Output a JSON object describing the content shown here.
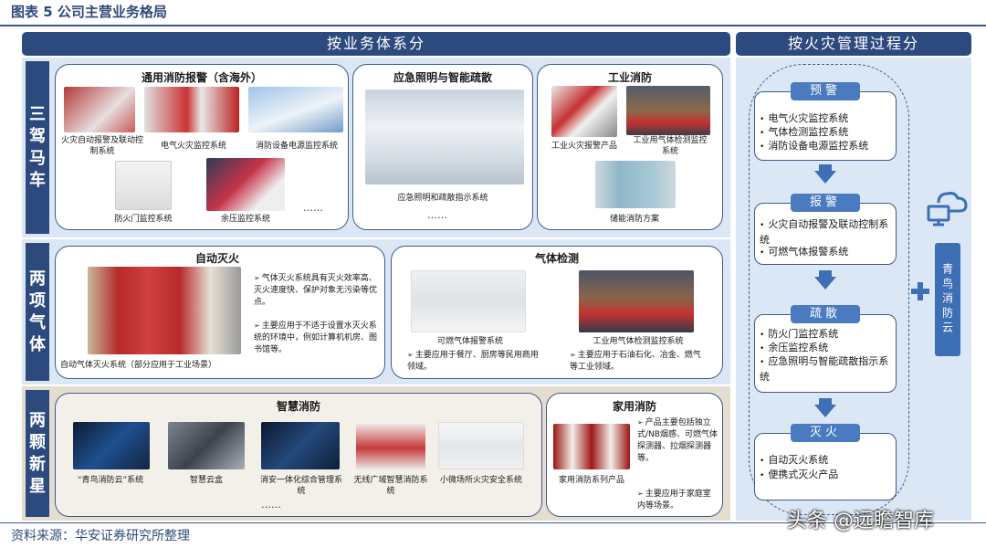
{
  "figure": {
    "title": "图表 5 公司主营业务格局",
    "source": "资料来源：华安证券研究所整理",
    "watermark": "头条 @远瞻智库"
  },
  "left": {
    "header": "按业务体系分",
    "rows": [
      {
        "label": [
          "三",
          "驾",
          "马",
          "车"
        ],
        "boxes": [
          {
            "title": "通用消防报警（含海外）",
            "captions": [
              "火灾自动报警及联动控制系统",
              "电气火灾监控系统",
              "消防设备电源监控系统",
              "防火门监控系统",
              "余压监控系统"
            ],
            "more": "……"
          },
          {
            "title": "应急照明与智能疏散",
            "captions": [
              "应急照明和疏散指示系统"
            ],
            "more": "……"
          },
          {
            "title": "工业消防",
            "captions": [
              "工业火灾报警产品",
              "工业用气体检测监控系统",
              "储能消防方案"
            ]
          }
        ]
      },
      {
        "label": [
          "两",
          "项",
          "气",
          "体"
        ],
        "boxes": [
          {
            "title": "自动灭火",
            "caption": "自动气体灭火系统（部分应用于工业场景）",
            "bullets": [
              "气体灭火系统具有灭火效率高、灭火速度快、保护对象无污染等优点。",
              "主要应用于不适于设置水灭火系统的环境中，例如计算机机房、图书馆等。"
            ]
          },
          {
            "title": "气体检测",
            "captions": [
              "可燃气体报警系统",
              "工业用气体检测监控系统"
            ],
            "bullets": [
              "主要应用于餐厅、厨房等民用商用领域。",
              "主要应用于石油石化、冶金、燃气等工业领域。"
            ]
          }
        ]
      },
      {
        "label": [
          "两",
          "颗",
          "新",
          "星"
        ],
        "boxes": [
          {
            "title": "智慧消防",
            "captions": [
              "“青鸟消防云”系统",
              "智慧云盒",
              "消安一体化综合管理系统",
              "无线广域智慧消防系统",
              "小微场所火灾安全系统"
            ],
            "more": "……"
          },
          {
            "title": "家用消防",
            "caption": "家用消防系列产品",
            "bullets": [
              "产品主要包括独立式/NB烟感、可燃气体探测器、拉烟探测器等。",
              "主要应用于家庭室内等场景。"
            ]
          }
        ]
      }
    ]
  },
  "right": {
    "header": "按火灾管理过程分",
    "stages": [
      {
        "tag": "预警",
        "items": [
          "电气火灾监控系统",
          "气体检测监控系统",
          "消防设备电源监控系统"
        ]
      },
      {
        "tag": "报警",
        "items": [
          "火灾自动报警及联动控制系统",
          "可燃气体报警系统"
        ]
      },
      {
        "tag": "疏散",
        "items": [
          "防火门监控系统",
          "余压监控系统",
          "应急照明与智能疏散指示系统"
        ]
      },
      {
        "tag": "灭火",
        "items": [
          "自动灭火系统",
          "便携式灭火产品"
        ]
      }
    ],
    "cloud_label": "青鸟消防云"
  }
}
